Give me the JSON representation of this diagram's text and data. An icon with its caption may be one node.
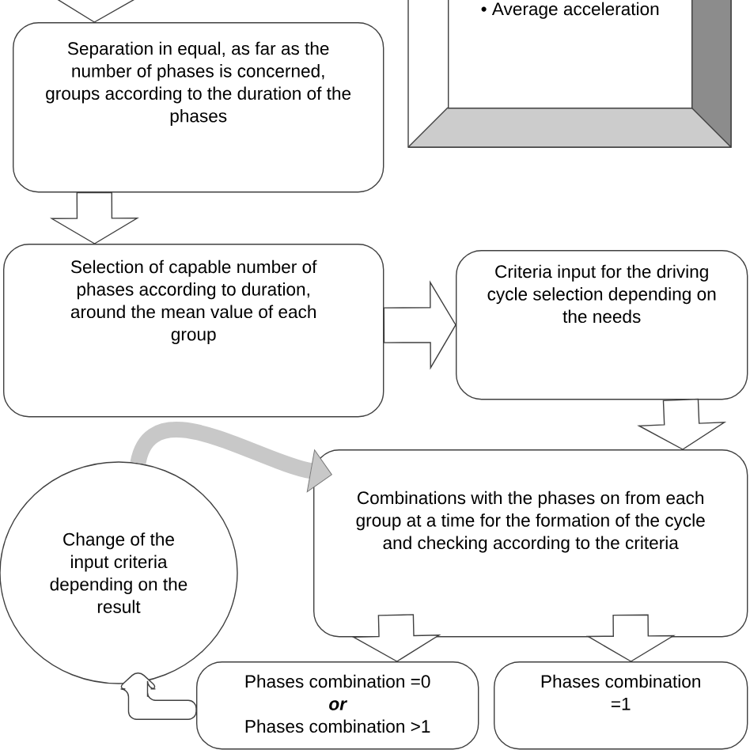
{
  "diagram": {
    "nodes": [
      {
        "text": [
          "• Average acceleration"
        ]
      },
      {
        "text": [
          "Separation in equal, as far as the number of phases is concerned, groups according to the duration of the phases"
        ]
      },
      {
        "text": [
          "Selection of capable number of phases according to duration, around the mean value of each group"
        ]
      },
      {
        "text": [
          "Criteria input for the driving cycle selection depending on the needs"
        ]
      },
      {
        "text": [
          "Combinations with the phases on from each group at a time for the formation of the cycle and checking according to the criteria"
        ]
      },
      {
        "text": [
          "Change of the input criteria depending on the result"
        ]
      },
      {
        "text": [
          "Phases combination =0",
          "or",
          "Phases combination >1"
        ]
      },
      {
        "text": [
          "Phases combination =1"
        ]
      }
    ],
    "edges": [
      {
        "from": null,
        "to": 1,
        "arrow": "to"
      },
      {
        "from": 1,
        "to": 2,
        "arrow": "to"
      },
      {
        "from": 2,
        "to": 3,
        "arrow": "to"
      },
      {
        "from": 3,
        "to": 4,
        "arrow": "to"
      },
      {
        "from": 5,
        "to": 4,
        "arrow": "to",
        "color": "#c8c8c8"
      },
      {
        "from": 4,
        "to": 6,
        "arrow": "to"
      },
      {
        "from": 4,
        "to": 7,
        "arrow": "to"
      },
      {
        "from": 6,
        "to": 5,
        "arrow": "to"
      }
    ]
  }
}
